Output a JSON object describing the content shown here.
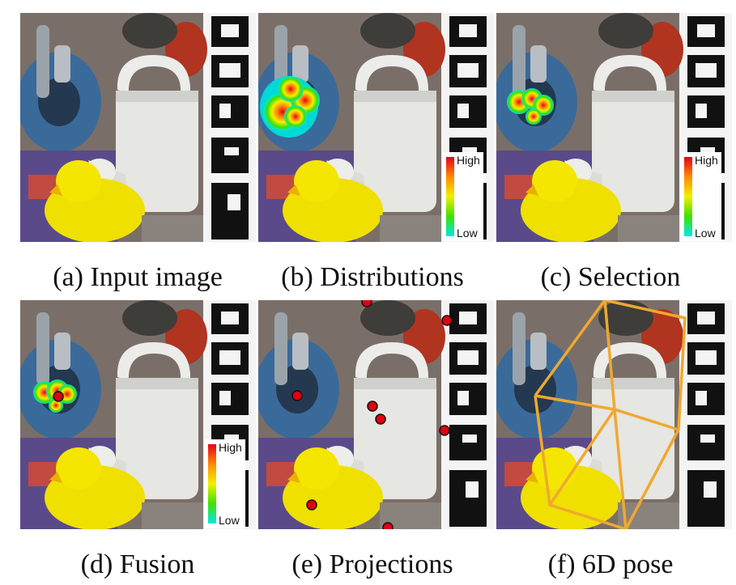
{
  "captions": {
    "a": "(a) Input image",
    "b": "(b) Distributions",
    "c": "(c) Selection",
    "d": "(d) Fusion",
    "e": "(e) Projections",
    "f": "(f) 6D pose"
  },
  "legend": {
    "high": "High",
    "low": "Low"
  },
  "colors": {
    "keypoint": "#e00010",
    "pose_box": "#f0a830",
    "duck": "#f2e600",
    "can": "#e8e8e2",
    "marker": "#111111"
  }
}
